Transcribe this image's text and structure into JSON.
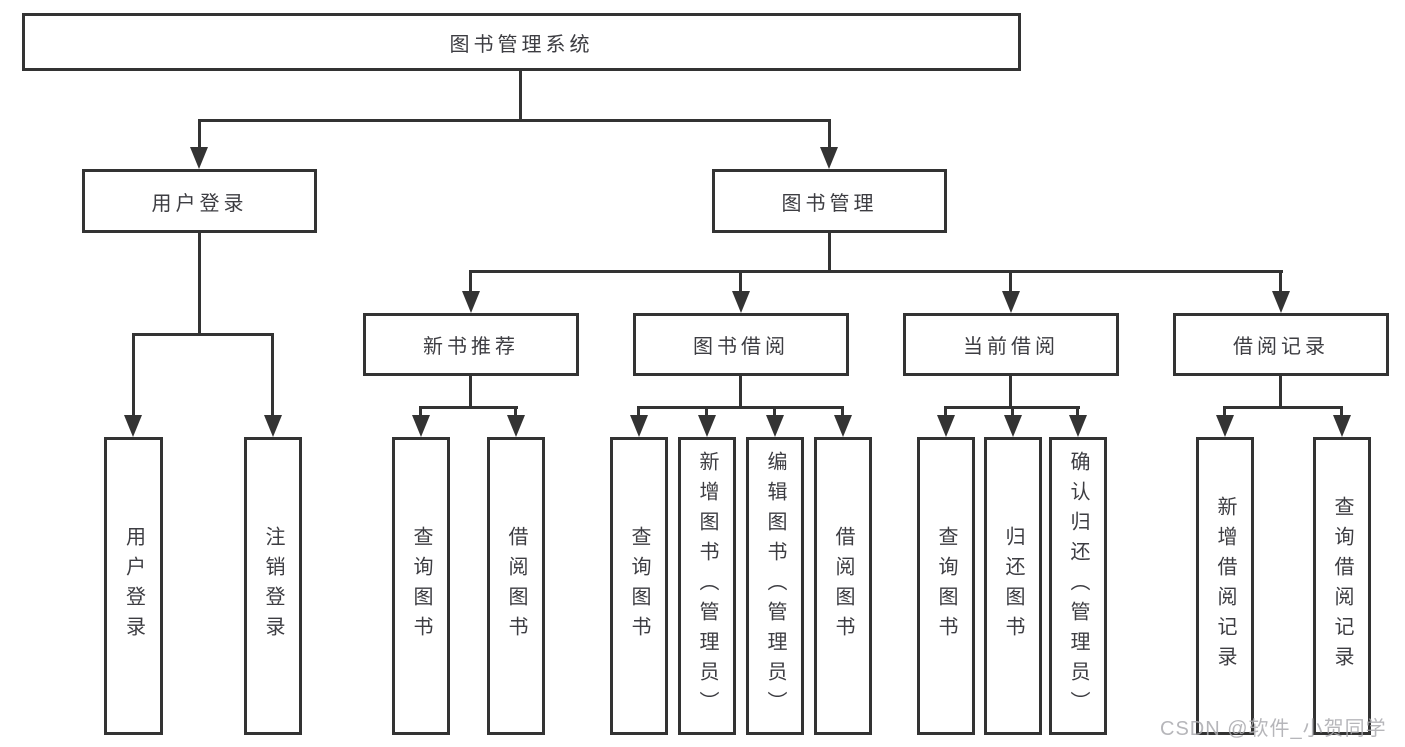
{
  "tree": {
    "label": "图书管理系统",
    "children": [
      {
        "label": "用户登录",
        "children": [
          {
            "label": "用户登录"
          },
          {
            "label": "注销登录"
          }
        ]
      },
      {
        "label": "图书管理",
        "children": [
          {
            "label": "新书推荐",
            "children": [
              {
                "label": "查询图书"
              },
              {
                "label": "借阅图书"
              }
            ]
          },
          {
            "label": "图书借阅",
            "children": [
              {
                "label": "查询图书"
              },
              {
                "label": "新增图书（管理员）"
              },
              {
                "label": "编辑图书（管理员）"
              },
              {
                "label": "借阅图书"
              }
            ]
          },
          {
            "label": "当前借阅",
            "children": [
              {
                "label": "查询图书"
              },
              {
                "label": "归还图书"
              },
              {
                "label": "确认归还（管理员）"
              }
            ]
          },
          {
            "label": "借阅记录",
            "children": [
              {
                "label": "新增借阅记录"
              },
              {
                "label": "查询借阅记录"
              }
            ]
          }
        ]
      }
    ]
  },
  "watermark": "CSDN @软件_小贺同学",
  "colors": {
    "line": "#333333",
    "text": "#3d3d42",
    "watermark": "#aaaaae"
  }
}
